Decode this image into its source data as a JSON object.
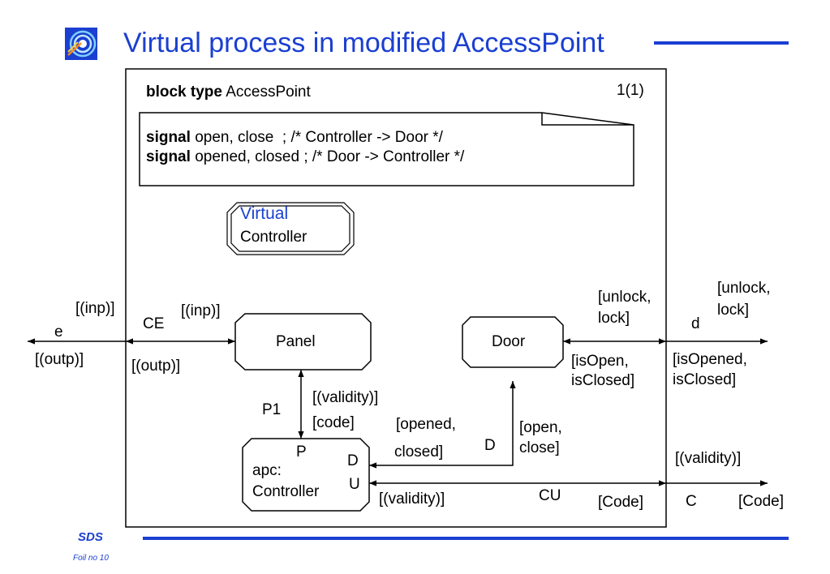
{
  "title": "Virtual process in modified AccessPoint",
  "footer": {
    "brand": "SDS",
    "foil": "Foil no 10"
  },
  "logo_icon": "target-logo-icon",
  "colors": {
    "accent": "#1a3fd1",
    "line": "#000000"
  },
  "block": {
    "type_keyword": "block type",
    "type_name": "AccessPoint",
    "page": "1(1)"
  },
  "signals": {
    "line1_kw": "signal",
    "line1_text": "open, close  ; /* Controller -> Door */",
    "line2_kw": "signal",
    "line2_text": "opened, closed ; /* Door -> Controller */"
  },
  "virtual_controller": {
    "line1": "Virtual",
    "line2": "Controller"
  },
  "processes": {
    "panel": "Panel",
    "door": "Door",
    "apc_line1": "apc:",
    "apc_line2": "Controller"
  },
  "ports": {
    "p": "P",
    "d": "D",
    "u": "U"
  },
  "labels": {
    "e": "e",
    "e_inp": "[(inp)]",
    "e_outp": "[(outp)]",
    "ce": "CE",
    "ce_inp": "[(inp)]",
    "ce_outp": "[(outp)]",
    "p1": "P1",
    "p1_validity": "[(validity)]",
    "p1_code": "[code]",
    "d_route": "D",
    "d_opened": "[opened,",
    "d_closed": "closed]",
    "d_open": "[open,",
    "d_close": "close]",
    "door_unlock": "[unlock,",
    "door_lock": "lock]",
    "door_isopen": "[isOpen,",
    "door_isclosed": "isClosed]",
    "ext_d": "d",
    "ext_unlock": "[unlock,",
    "ext_lock": "lock]",
    "ext_isopened": "[isOpened,",
    "ext_isclosed": "isClosed]",
    "cu": "CU",
    "cu_validity": "[(validity)]",
    "cu_code": "[Code]",
    "ext_c": "C",
    "ext_c_validity": "[(validity)]",
    "ext_c_code": "[Code]"
  }
}
